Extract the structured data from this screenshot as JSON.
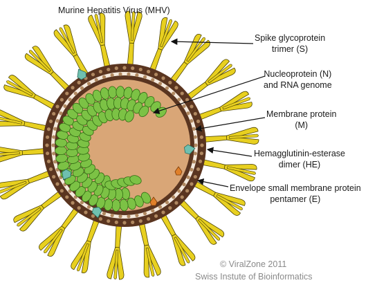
{
  "title": "Murine Hepatitis Virus (MHV)",
  "labels": {
    "spike": [
      "Spike glycoprotein",
      "trimer (S)"
    ],
    "nucleoprotein": [
      "Nucleoprotein (N)",
      "and RNA genome"
    ],
    "membrane": [
      "Membrane protein",
      "(M)"
    ],
    "he": [
      "Hemagglutinin-esterase",
      "dimer (HE)"
    ],
    "envelope": [
      "Envelope small membrane protein",
      "pentamer (E)"
    ]
  },
  "credit": {
    "line1": "© ViralZone 2011",
    "line2": "Swiss Instute of Bioinformatics"
  },
  "colors": {
    "spike_fill": "#e8d020",
    "spike_stroke": "#4a4000",
    "envelope_brown": "#5a3520",
    "membrane_dots": "#7a4a2a",
    "interior": "#d9a677",
    "nucleoprotein": "#7cc245",
    "nucleoprotein_stroke": "#2f6b12",
    "he": "#6fc0b0",
    "e_protein": "#e0802a"
  }
}
